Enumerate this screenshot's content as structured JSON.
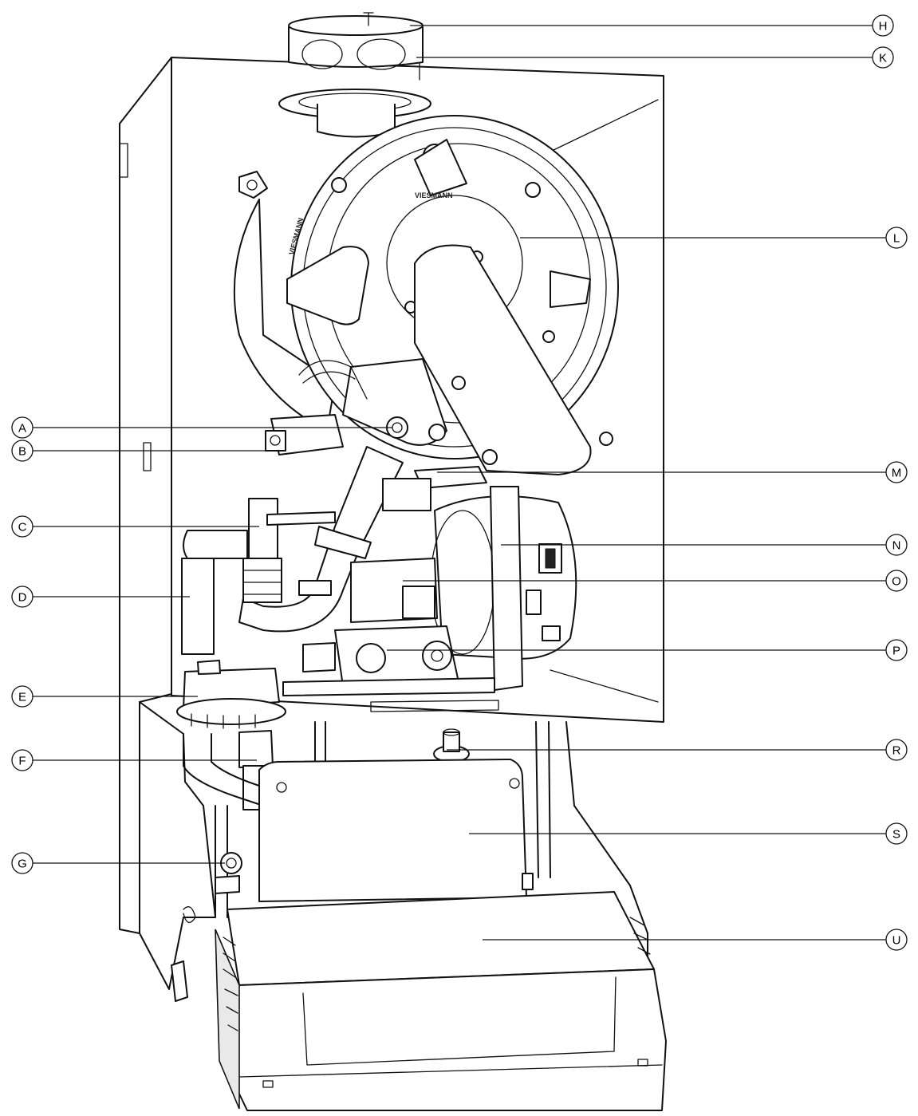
{
  "callouts": [
    {
      "letter": "H",
      "side": "right"
    },
    {
      "letter": "K",
      "side": "right"
    },
    {
      "letter": "L",
      "side": "right"
    },
    {
      "letter": "A",
      "side": "left"
    },
    {
      "letter": "B",
      "side": "left"
    },
    {
      "letter": "M",
      "side": "right"
    },
    {
      "letter": "C",
      "side": "left"
    },
    {
      "letter": "N",
      "side": "right"
    },
    {
      "letter": "O",
      "side": "right"
    },
    {
      "letter": "D",
      "side": "left"
    },
    {
      "letter": "P",
      "side": "right"
    },
    {
      "letter": "E",
      "side": "left"
    },
    {
      "letter": "R",
      "side": "right"
    },
    {
      "letter": "F",
      "side": "left"
    },
    {
      "letter": "S",
      "side": "right"
    },
    {
      "letter": "G",
      "side": "left"
    },
    {
      "letter": "U",
      "side": "right"
    }
  ],
  "brand_marks": [
    "VIESMANN",
    "VIESMANN"
  ],
  "colors": {
    "line": "#111111",
    "background": "#ffffff",
    "shade": "#e9e9e9"
  }
}
